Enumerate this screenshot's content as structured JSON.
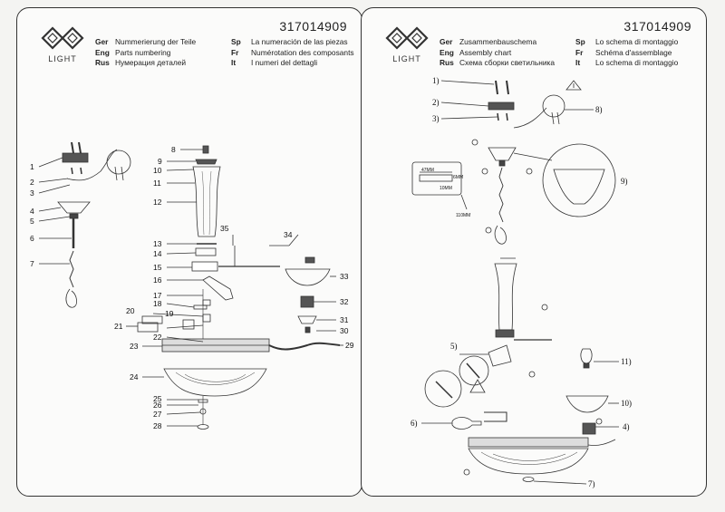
{
  "left": {
    "number": "317014909",
    "logo_text": "LIGHT",
    "titles": [
      {
        "code": "Ger",
        "text": "Nummerierung der Teile",
        "code2": "Sp",
        "text2": "La numeración de las piezas"
      },
      {
        "code": "Eng",
        "text": "Parts numbering",
        "code2": "Fr",
        "text2": "Numérotation des composants"
      },
      {
        "code": "Rus",
        "text": "Нумерация деталей",
        "code2": "It",
        "text2": "I numeri del dettagli"
      }
    ],
    "parts": [
      "1",
      "2",
      "3",
      "4",
      "5",
      "6",
      "7",
      "8",
      "9",
      "10",
      "11",
      "12",
      "13",
      "14",
      "15",
      "16",
      "17",
      "18",
      "19",
      "20",
      "21",
      "22",
      "23",
      "24",
      "25",
      "26",
      "27",
      "28",
      "29",
      "30",
      "31",
      "32",
      "33",
      "34",
      "35"
    ]
  },
  "right": {
    "number": "317014909",
    "logo_text": "LIGHT",
    "titles": [
      {
        "code": "Ger",
        "text": "Zusammenbauschema",
        "code2": "Sp",
        "text2": "Lo schema di montaggio"
      },
      {
        "code": "Eng",
        "text": "Assembly chart",
        "code2": "Fr",
        "text2": "Schéma d'assemblage"
      },
      {
        "code": "Rus",
        "text": "Схема сборки светильника",
        "code2": "It",
        "text2": "Lo schema di montaggio"
      }
    ],
    "steps": [
      "1)",
      "2)",
      "3)",
      "4)",
      "5)",
      "6)",
      "7)",
      "8)",
      "9)",
      "10)",
      "11)"
    ],
    "dims": {
      "d1": "47MM",
      "d2": "6MM",
      "d3": "10MM",
      "d4": "110MM"
    }
  }
}
